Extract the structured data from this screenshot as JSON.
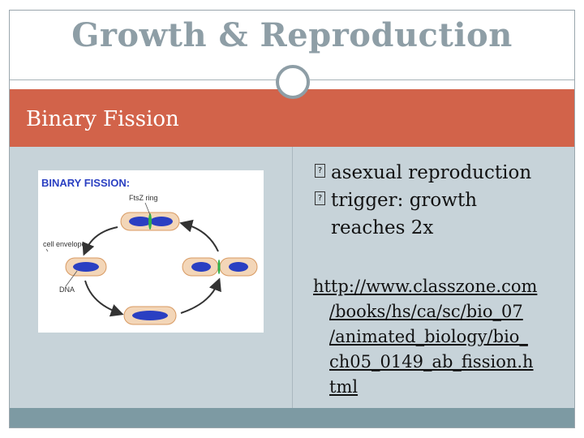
{
  "slide": {
    "title": "Growth & Reproduction",
    "section_banner": "Binary Fission",
    "bullets": [
      {
        "text": "asexual reproduction"
      },
      {
        "text": "trigger: growth reaches 2x"
      }
    ],
    "link_text": "http://www.classzone.com/books/hs/ca/sc/bio_07/animated_biology/bio_ch05_0149_ab_fission.html",
    "link_lines": [
      "http://www.classzone.com",
      "/books/hs/ca/sc/bio_07",
      "/animated_biology/bio_",
      "ch05_0149_ab_fission.h",
      "tml"
    ]
  },
  "figure": {
    "title": "BINARY FISSION:",
    "labels": {
      "ftsz": "FtsZ ring",
      "cell_envelope": "cell envelope",
      "dna": "DNA"
    }
  },
  "colors": {
    "banner": "#d2634a",
    "content_bg": "#c7d3d9",
    "footer": "#7d9aa3",
    "title": "#8e9ea6",
    "cell_fill": "#f3d6b8",
    "dna": "#2a3fc2",
    "ring": "#2fb24a"
  },
  "icons": {
    "bullet": "checkbox-bullet-icon"
  }
}
